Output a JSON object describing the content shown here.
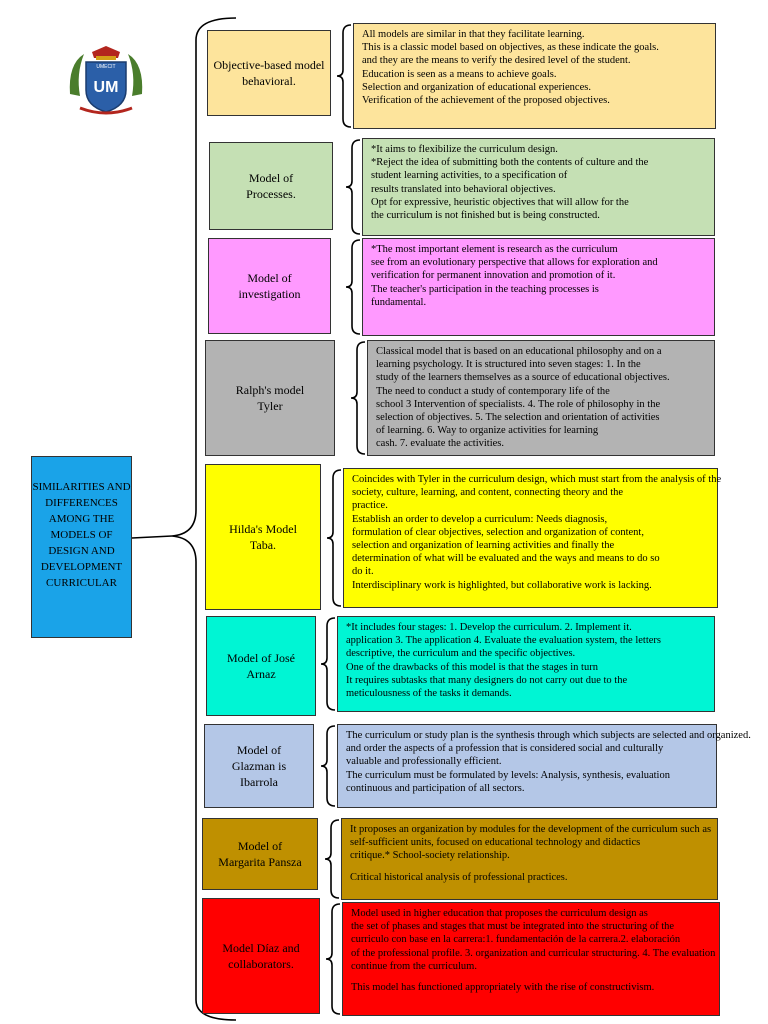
{
  "title": "SIMILARITIES AND DIFFERENCES AMONG THE MODELS OF DESIGN AND DEVELOPMENT CURRICULAR",
  "title_lines": [
    "SIMILARITIES AND",
    "DIFFERENCES",
    "AMONG THE",
    "MODELS OF",
    "DESIGN AND",
    "DEVELOPMENT",
    "CURRICULAR"
  ],
  "logo": {
    "top_text": "UMECIT",
    "letters": "UM",
    "icon": "university-crest-icon"
  },
  "models": [
    {
      "name_lines": [
        "Objective-based model",
        "behavioral."
      ],
      "color": "#fde49c",
      "lines": [
        "All models are similar in that they facilitate learning.",
        "This is a classic model based on objectives, as these indicate the goals.",
        "and they are the means to verify the desired level of the student.",
        "Education is seen as a means to achieve goals.",
        "Selection and organization of educational experiences.",
        "Verification of the achievement of the proposed objectives."
      ]
    },
    {
      "name_lines": [
        "Model of",
        "Processes."
      ],
      "color": "#c5e0b4",
      "lines": [
        "*It aims to flexibilize the curriculum design.",
        "*Reject the idea of submitting both the contents of culture and the",
        "student learning activities, to a specification of",
        "results translated into behavioral objectives.",
        "Opt for expressive, heuristic objectives that will allow for the",
        "the curriculum is not finished but is being constructed."
      ]
    },
    {
      "name_lines": [
        "Model of",
        "investigation"
      ],
      "color": "#ff99ff",
      "lines": [
        "*The most important element is research as the curriculum",
        "see from an evolutionary perspective that allows for exploration and",
        "verification for permanent innovation and promotion of it.",
        "The teacher's participation in the teaching processes is",
        "fundamental."
      ]
    },
    {
      "name_lines": [
        "Ralph's model",
        "Tyler"
      ],
      "color": "#b3b3b3",
      "lines": [
        "Classical model that is based on an educational philosophy and on a",
        "learning psychology. It is structured into seven stages: 1. In the",
        "study of the learners themselves as a source of educational objectives.",
        "The need to conduct a study of contemporary life of the",
        "school 3 Intervention of specialists. 4. The role of philosophy in the",
        "selection of objectives. 5. The selection and orientation of activities",
        "of learning. 6. Way to organize activities for learning",
        "cash. 7. evaluate the activities."
      ]
    },
    {
      "name_lines": [
        "Hilda's Model",
        "Taba."
      ],
      "color": "#ffff00",
      "lines": [
        "Coincides with Tyler in the curriculum design, which must start from the analysis of the",
        "society, culture, learning, and content, connecting theory and the",
        "practice.",
        "Establish an order to develop a curriculum: Needs diagnosis,",
        "formulation of clear objectives, selection and organization of content,",
        "selection and organization of learning activities and finally the",
        "determination of what will be evaluated and the ways and means to do so",
        "do it.",
        "Interdisciplinary work is highlighted, but collaborative work is lacking."
      ]
    },
    {
      "name_lines": [
        "Model of José",
        "Arnaz"
      ],
      "color": "#00f5d4",
      "lines": [
        "*It includes four stages: 1. Develop the curriculum. 2. Implement it.",
        "application 3. The application 4. Evaluate the evaluation system, the letters",
        "descriptive, the curriculum and the specific objectives.",
        "One of the drawbacks of this model is that the stages in turn",
        "It requires subtasks that many designers do not carry out due to the",
        "meticulousness of the tasks it demands."
      ]
    },
    {
      "name_lines": [
        "Model of",
        "Glazman is",
        "Ibarrola"
      ],
      "color": "#b4c7e7",
      "lines": [
        "The curriculum or study plan is the synthesis through which subjects are selected and organized.",
        "and order the aspects of a profession that is considered social and culturally",
        "valuable and professionally efficient.",
        "The curriculum must be formulated by levels: Analysis, synthesis, evaluation",
        "continuous and participation of all sectors."
      ]
    },
    {
      "name_lines": [
        "Model of",
        "Margarita Pansza"
      ],
      "color": "#bf9000",
      "lines": [
        "It proposes an organization by modules for the development of the curriculum such as",
        "self-sufficient units, focused on educational technology and didactics",
        "critique.* School-society relationship.",
        "",
        "Critical historical analysis of professional practices."
      ]
    },
    {
      "name_lines": [
        "Model Díaz and",
        "collaborators."
      ],
      "color": "#ff0000",
      "lines": [
        "Model used in higher education that proposes the curriculum design as",
        "the set of phases and stages that must be integrated into the structuring of the",
        "curriculo con base en la carrera:1. fundamentación de la carrera.2. elaboración",
        "of the professional profile. 3. organization and curricular structuring. 4. The evaluation",
        "continue from the curriculum.",
        "",
        "This model has functioned appropriately with the rise of constructivism."
      ]
    }
  ]
}
